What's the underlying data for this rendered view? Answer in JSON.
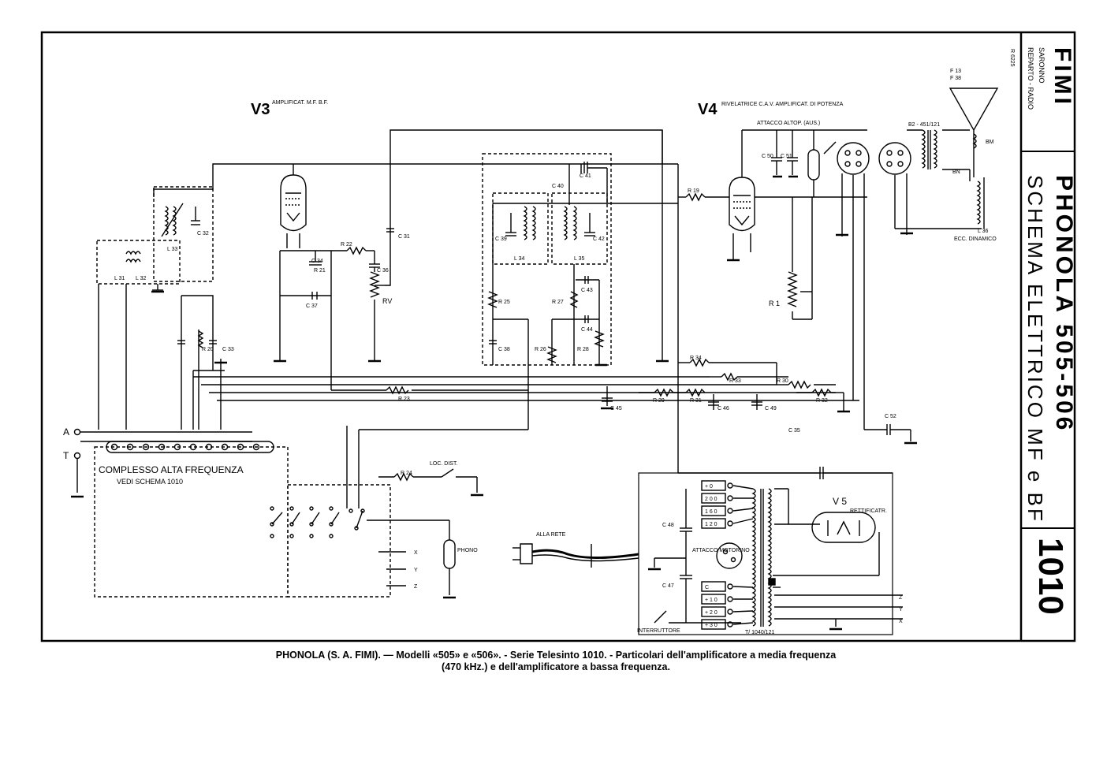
{
  "title_block": {
    "brand": "FIMI",
    "city": "SARONNO",
    "dept": "REPARTO - RADIO",
    "model": "PHONOLA 505-506",
    "schema": "SCHEMA ELETTRICO MF e BF",
    "number": "1010",
    "ref": "R 6225"
  },
  "tubes": {
    "v3": {
      "name": "V3",
      "role": "AMPLIFICAT. M.F. B.F."
    },
    "v4": {
      "name": "V4",
      "role": "RIVELATRICE C.A.V. AMPLIFICAT. DI POTENZA"
    },
    "v5": {
      "name": "V 5",
      "role": "RETTIFICATR."
    }
  },
  "labels": {
    "attacco_altop": "ATTACCO ALTOP. (AUS.)",
    "f13": "F 13",
    "f38": "F 38",
    "b2": "B2 - 451/121",
    "bm": "BM",
    "bn": "BN",
    "ecc_dinamico": "ECC. DINAMICO",
    "l36": "L 36",
    "complesso": "COMPLESSO ALTA FREQUENZA",
    "vedi_schema": "VEDI SCHEMA 1010",
    "phono": "PHONO",
    "alla_rete": "ALLA RETE",
    "attacco_motorino": "ATTACCO MOTORINO",
    "interruttore": "INTERRUTTORE",
    "trafo": "T/ 1040/121",
    "loc_dist": "LOC. DIST.",
    "r24": "R 24",
    "antenna": "A",
    "terra": "T",
    "rv": "RV",
    "r1": "R 1",
    "c35": "C 35",
    "c51": "C 51",
    "c52": "C 52",
    "c50": "C 50",
    "c49": "C 49",
    "c47": "C 47",
    "c48": "C 48",
    "c43": "C 43",
    "c44": "C 44",
    "c45": "C 45",
    "c46": "C 46",
    "c41": "C 41",
    "c42": "C 42",
    "c40": "C 40",
    "c39": "C 39",
    "c38": "C 38",
    "c37": "C 37",
    "c36": "C 36",
    "c34": "C 34",
    "c33": "C 33",
    "c32": "C 32",
    "c31": "C 31",
    "l31": "L 31",
    "l32": "L 32",
    "l33": "L 33",
    "l34": "L 34",
    "l35": "L 35",
    "r19": "R 19",
    "r20": "R 20",
    "r21": "R 21",
    "r22": "R 22",
    "r23": "R 23",
    "r25": "R 25",
    "r26": "R 26",
    "r27": "R 27",
    "r28": "R 28",
    "r29": "R 29",
    "r30": "R 30",
    "r31": "R 31",
    "r32": "R 32",
    "r33": "R 33",
    "r34": "R 34",
    "volt": [
      "+ 0",
      "2 0 0",
      "1 6 0",
      "1 2 0",
      "C",
      "+ 1 0",
      "+ 2 0",
      "+ 3 0"
    ],
    "out_x": "X",
    "out_y": "Y",
    "out_z": "Z"
  },
  "caption": {
    "line1": "PHONOLA (S. A. FIMI). — Modelli «505» e «506». - Serie Telesinto 1010. - Particolari dell'amplificatore a media frequenza",
    "line2": "(470 kHz.) e dell'amplificatore a bassa frequenza."
  }
}
